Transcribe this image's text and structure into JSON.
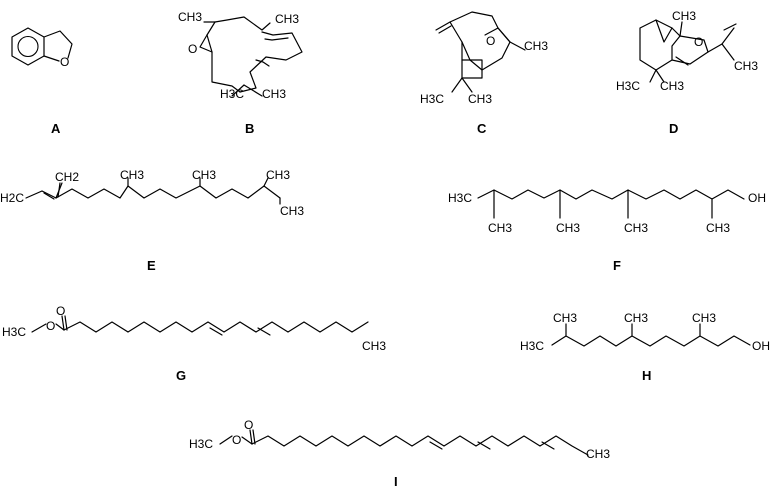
{
  "compounds": [
    {
      "id": "A",
      "label": "A"
    },
    {
      "id": "B",
      "label": "B"
    },
    {
      "id": "C",
      "label": "C"
    },
    {
      "id": "D",
      "label": "D"
    },
    {
      "id": "E",
      "label": "E"
    },
    {
      "id": "F",
      "label": "F"
    },
    {
      "id": "G",
      "label": "G"
    },
    {
      "id": "H",
      "label": "H"
    },
    {
      "id": "I",
      "label": "I"
    }
  ],
  "atoms": {
    "ch3": "CH3",
    "h3c": "H3C",
    "ch2": "CH2",
    "h2c": "H2C",
    "o": "O",
    "oh": "OH"
  }
}
